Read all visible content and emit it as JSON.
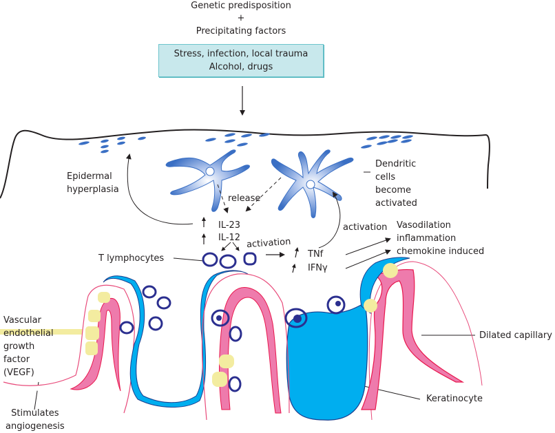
{
  "title_lines": {
    "line1": "Genetic predisposition",
    "plus": "+",
    "line2": "Precipitating factors"
  },
  "trigger_box": {
    "line1": "Stress, infection, local trauma",
    "line2": "Alcohol, drugs"
  },
  "labels": {
    "epidermal_hyperplasia": "Epidermal\nhyperplasia",
    "release": "release",
    "il23": "IL-23",
    "il12": "IL-12",
    "activation_left": "activation",
    "activation_right": "activation",
    "tnf": "TNf",
    "ifn": "IFNγ",
    "t_lymphocytes": "T lymphocytes",
    "dendritic_cells": "Dendritic\ncells\nbecome\nactivated",
    "effects": "Vasodilation\ninflammation\nchemokine induced",
    "vegf": "Vascular\nendothelial\ngrowth\nfactor\n(VEGF)",
    "angiogenesis": "Stimulates\nangiogenesis",
    "dilated_capillary": "Dilated capillary",
    "keratinocyte": "Keratinocyte"
  },
  "colors": {
    "dendritic_cell": "#3a6fc4",
    "keratinocyte_fill": "#00aeef",
    "keratinocyte_stroke": "#1b3f8f",
    "t_cell_stroke": "#2b2f8f",
    "capillary_fill": "#ee7bac",
    "capillary_stroke": "#e8174d",
    "vegf_yellow": "#f3eca0",
    "trigger_box_fill": "#c8e8ec"
  }
}
